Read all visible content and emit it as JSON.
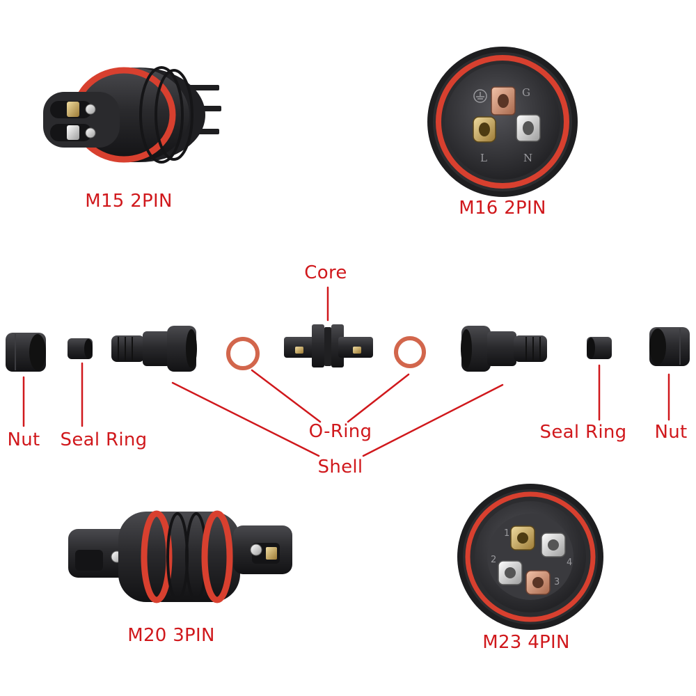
{
  "colors": {
    "label": "#d0181c",
    "leader": "#d0181c",
    "body": "#2b2b2e",
    "body_dark": "#1c1c1e",
    "seal": "#d8402f",
    "brass": "#c9a75a",
    "copper": "#c98a6e",
    "nickel": "#d9d9d9"
  },
  "products": {
    "m15": "M15 2PIN",
    "m16": "M16 2PIN",
    "m20": "M20 3PIN",
    "m23": "M23 4PIN"
  },
  "parts": {
    "core": "Core",
    "nut_left": "Nut",
    "seal_ring_left": "Seal Ring",
    "o_ring": "O-Ring",
    "shell": "Shell",
    "seal_ring_right": "Seal Ring",
    "nut_right": "Nut"
  },
  "terminal_marks": {
    "m16": [
      "G",
      "L",
      "N"
    ],
    "m23": [
      "1",
      "2",
      "3",
      "4"
    ]
  }
}
